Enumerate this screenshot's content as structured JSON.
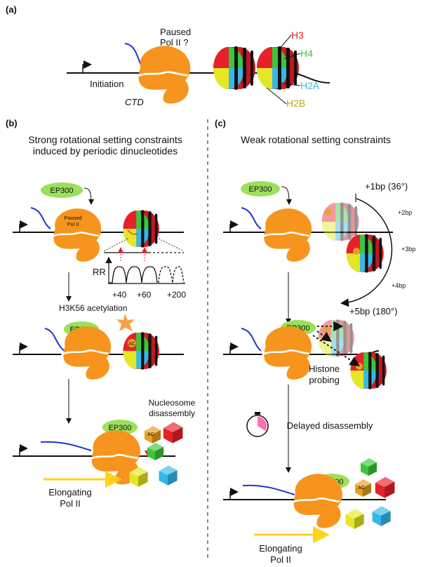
{
  "panel_a": {
    "label": "(a)",
    "paused_line1": "Paused",
    "paused_line2": "Pol II ?",
    "initiation": "Initiation",
    "ctd": "CTD",
    "h3": "H3",
    "h4": "H4",
    "h2a": "H2A",
    "h2b": "H2B"
  },
  "panel_b": {
    "label": "(b)",
    "title_line1": "Strong rotational setting constraints",
    "title_line2": "induced by periodic dinucleotides",
    "ep300": "EP300",
    "paused_small_1": "Paused",
    "paused_small_2": "Pol II",
    "rr": "RR",
    "tick_40": "+40",
    "tick_60": "+60",
    "tick_200": "+200",
    "acetylation": "H3K56 acetylation",
    "ac": "AC",
    "disassembly_1": "Nucleosome",
    "disassembly_2": "disassembly",
    "elongating_1": "Elongating",
    "elongating_2": "Pol II"
  },
  "panel_c": {
    "label": "(c)",
    "title": "Weak rotational setting constraints",
    "ep300": "EP300",
    "bp1": "+1bp (36°)",
    "bp2": "+2bp",
    "bp3": "+3bp",
    "bp4": "+4bp",
    "bp5": "+5bp (180°)",
    "probing_1": "Histone",
    "probing_2": "probing",
    "delayed": "Delayed disassembly",
    "ac": "AC",
    "elongating_1": "Elongating",
    "elongating_2": "Pol II"
  },
  "colors": {
    "polymerase": "#f7941d",
    "rna": "#2233cc",
    "ep300": "#9be05a",
    "h3": "#e8202a",
    "h4": "#3cc63c",
    "h2a": "#35b8e8",
    "h2b": "#e6e625",
    "arrow_yellow": "#ffd21e"
  }
}
